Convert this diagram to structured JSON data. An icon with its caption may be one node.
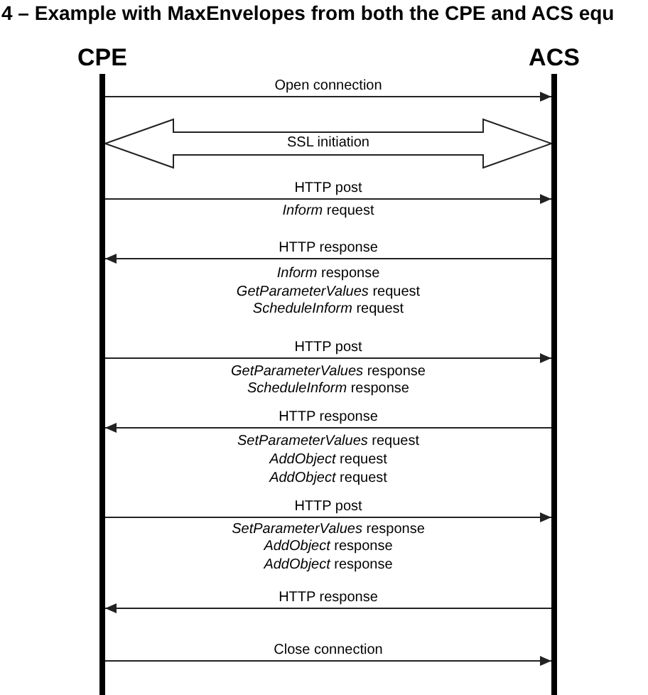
{
  "diagram": {
    "title": "4 – Example with MaxEnvelopes from both the CPE and ACS equ",
    "nodes": [
      {
        "text": [
          "CPE"
        ]
      },
      {
        "text": [
          "ACS"
        ]
      }
    ],
    "edges": [
      {
        "from": 0,
        "to": 1,
        "arrow": "to",
        "label": "Open connection"
      },
      {
        "from": 0,
        "to": 1,
        "arrow": "both",
        "label": "SSL initiation",
        "style": "thick"
      },
      {
        "from": 0,
        "to": 1,
        "arrow": "to",
        "label": "HTTP post"
      },
      {
        "from": 1,
        "to": 0,
        "arrow": "to",
        "label": "HTTP response"
      },
      {
        "from": 0,
        "to": 1,
        "arrow": "to",
        "label": "HTTP post"
      },
      {
        "from": 1,
        "to": 0,
        "arrow": "to",
        "label": "HTTP response"
      },
      {
        "from": 0,
        "to": 1,
        "arrow": "to",
        "label": "HTTP post"
      },
      {
        "from": 1,
        "to": 0,
        "arrow": "to",
        "label": "HTTP response"
      },
      {
        "from": 0,
        "to": 1,
        "arrow": "to",
        "label": "Close connection"
      }
    ],
    "labels": [
      "*Inform* request",
      "*Inform* response",
      "*GetParameterValues* request",
      "*ScheduleInform* request",
      "*GetParameterValues* response",
      "*ScheduleInform* response",
      "*SetParameterValues* request",
      "*AddObject* request",
      "*AddObject* request",
      "*SetParameterValues* response",
      "*AddObject* response",
      "*AddObject* response"
    ]
  }
}
